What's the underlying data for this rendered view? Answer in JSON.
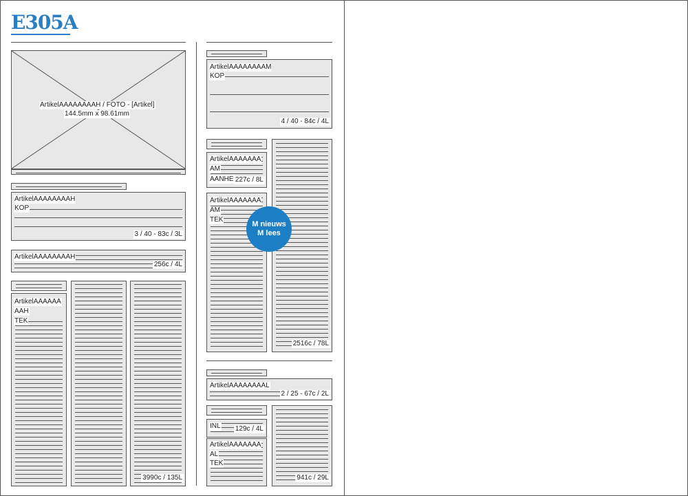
{
  "logo": {
    "text": "E305A",
    "color": "#2a7fc4"
  },
  "photo": {
    "caption1": "ArtikelAAAAAAAAH / FOTO - [Artikel]",
    "caption2": "144.5mm x 98.61mm"
  },
  "left": {
    "kop": {
      "label1": "ArtikelAAAAAAAAH",
      "label2": "KOP",
      "stats": "3 / 40 - 83c / 3L"
    },
    "intro": {
      "label": "ArtikelAAAAAAAAH",
      "stats": "256c / 4L"
    },
    "tek": {
      "label1": "ArtikelAAAAAA",
      "label2": "AAH",
      "label3": "TEK",
      "stats": "3990c / 135L"
    }
  },
  "mid": {
    "kop": {
      "label1": "ArtikelAAAAAAAAM",
      "label2": "KOP",
      "stats": "4 / 40 - 84c / 4L"
    },
    "aanhef": {
      "label1": "ArtikelAAAAAAA",
      "label2": "AM",
      "label3": "AANHEF",
      "stats": "227c / 8L"
    },
    "tek": {
      "label1": "ArtikelAAAAAAA",
      "label2": "AM",
      "label3": "TEK",
      "stats": "2516c / 78L"
    },
    "badge": {
      "line1": "M nieuws",
      "line2": "M lees",
      "color": "#1c7fc5"
    },
    "bottom_kop": {
      "label": "ArtikelAAAAAAAAL",
      "stats": "2 / 25 - 67c / 2L"
    },
    "inl": {
      "label": "INL",
      "stats": "129c / 4L"
    },
    "bottom_tek": {
      "label1": "ArtikelAAAAAAA",
      "label2": "AL",
      "label3": "TEK",
      "stats": "941c / 29L"
    }
  }
}
